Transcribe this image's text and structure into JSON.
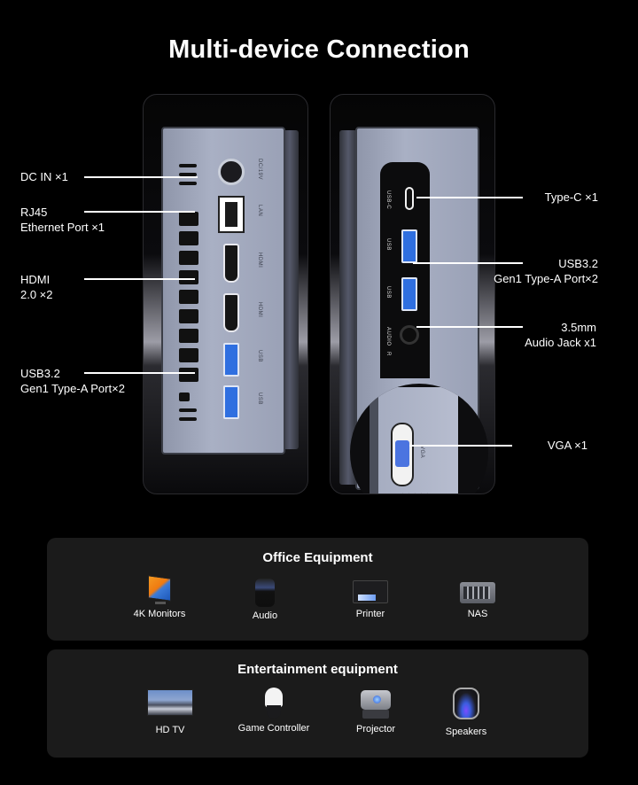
{
  "title": "Multi-device Connection",
  "colors": {
    "background": "#000000",
    "card_background": "#1b1b1b",
    "usb_blue": "#2f6fe0",
    "chassis": "#a2a9bd"
  },
  "left_panel": {
    "port_labels": [
      "DC/19V",
      "LAN",
      "HDMI",
      "HDMI",
      "USB",
      "USB"
    ],
    "callouts": [
      {
        "line1": "DC IN ×1",
        "line2": ""
      },
      {
        "line1": "RJ45",
        "line2": "Ethernet Port ×1"
      },
      {
        "line1": "HDMI",
        "line2": "2.0 ×2"
      },
      {
        "line1": "USB3.2",
        "line2": "Gen1 Type-A Port×2"
      }
    ]
  },
  "right_panel": {
    "port_labels": [
      "USB-C",
      "USB",
      "USB",
      "AUDIO",
      "R",
      "VGA"
    ],
    "callouts": [
      {
        "line1": "Type-C  ×1",
        "line2": ""
      },
      {
        "line1": "USB3.2",
        "line2": "Gen1 Type-A Port×2"
      },
      {
        "line1": "3.5mm",
        "line2": "Audio Jack x1"
      },
      {
        "line1": "VGA ×1",
        "line2": ""
      }
    ]
  },
  "office": {
    "title": "Office Equipment",
    "items": [
      {
        "label": "4K Monitors",
        "icon": "monitor-icon"
      },
      {
        "label": "Audio",
        "icon": "smart-speaker-icon"
      },
      {
        "label": "Printer",
        "icon": "printer-icon"
      },
      {
        "label": "NAS",
        "icon": "nas-icon"
      }
    ]
  },
  "entertainment": {
    "title": "Entertainment equipment",
    "items": [
      {
        "label": "HD TV",
        "icon": "tv-icon"
      },
      {
        "label": "Game Controller",
        "icon": "dome-camera-icon"
      },
      {
        "label": "Projector",
        "icon": "projector-icon"
      },
      {
        "label": "Speakers",
        "icon": "speaker-icon"
      }
    ]
  }
}
